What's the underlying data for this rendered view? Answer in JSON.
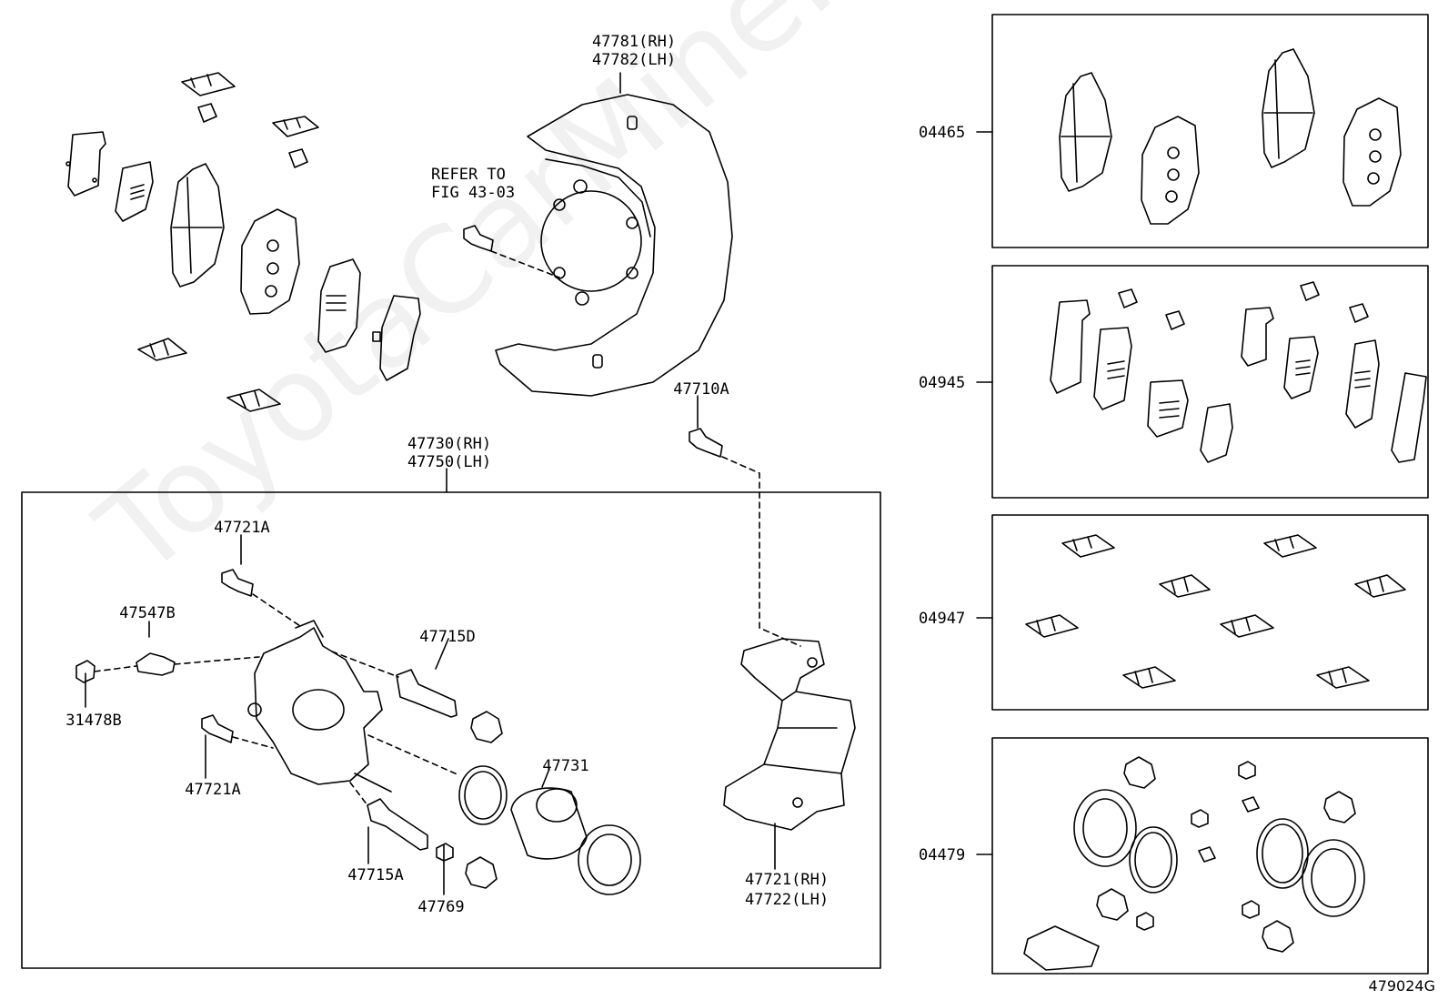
{
  "watermark": "ToyotaCarMine.ru",
  "figure_id": "479024G",
  "callouts": {
    "shield": [
      "47781(RH)",
      "47782(LH)"
    ],
    "refer": [
      "REFER TO",
      "FIG 43-03"
    ],
    "bolt_47710A": "47710A",
    "caliper_assy": [
      "47730(RH)",
      "47750(LH)"
    ],
    "bolt_47721A_top": "47721A",
    "bleeder": "47547B",
    "cap": "31478B",
    "bolt_47721A_bot": "47721A",
    "pin_47715D": "47715D",
    "piston": "47731",
    "pin_47715A": "47715A",
    "bush_47769": "47769",
    "mount": [
      "47721(RH)",
      "47722(LH)"
    ]
  },
  "kits": [
    {
      "code": "04465"
    },
    {
      "code": "04945"
    },
    {
      "code": "04947"
    },
    {
      "code": "04479"
    }
  ]
}
